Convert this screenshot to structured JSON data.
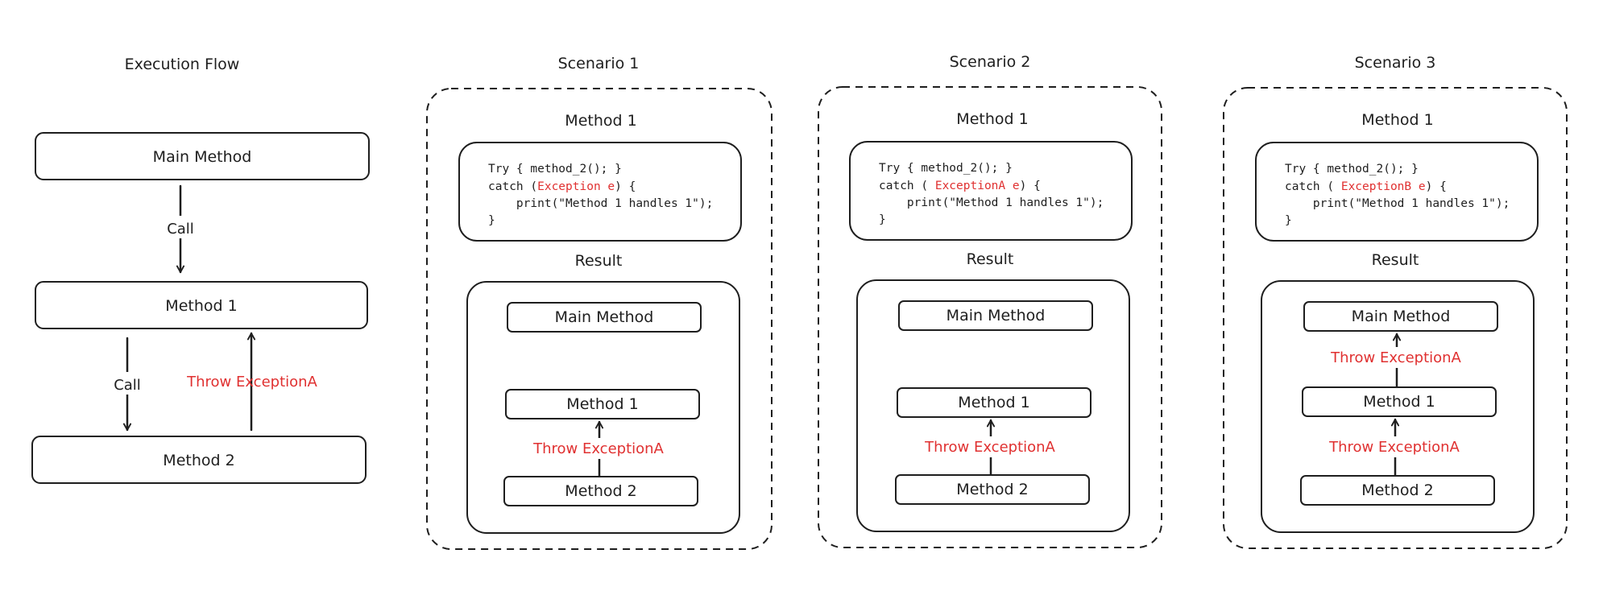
{
  "execution_flow": {
    "title": "Execution Flow",
    "main_method": "Main Method",
    "method_1": "Method 1",
    "method_2": "Method 2",
    "call_label_1": "Call",
    "call_label_2": "Call",
    "throw_label": "Throw ExceptionA"
  },
  "scenarios": [
    {
      "title": "Scenario 1",
      "method_title": "Method 1",
      "code_line1": "Try { method_2(); }",
      "code_line2_pre": "catch (",
      "code_line2_exc": "Exception e",
      "code_line2_post": ") {",
      "code_line3": "    print(\"Method 1 handles 1\");",
      "code_line4": "}",
      "result_title": "Result",
      "main_method": "Main Method",
      "method_1": "Method 1",
      "method_2": "Method 2",
      "throw_lower": "Throw ExceptionA"
    },
    {
      "title": "Scenario 2",
      "method_title": "Method 1",
      "code_line1": "Try { method_2(); }",
      "code_line2_pre": "catch ( ",
      "code_line2_exc": "ExceptionA e",
      "code_line2_post": ") {",
      "code_line3": "    print(\"Method 1 handles 1\");",
      "code_line4": "}",
      "result_title": "Result",
      "main_method": "Main Method",
      "method_1": "Method 1",
      "method_2": "Method 2",
      "throw_lower": "Throw ExceptionA"
    },
    {
      "title": "Scenario 3",
      "method_title": "Method 1",
      "code_line1": "Try { method_2(); }",
      "code_line2_pre": "catch ( ",
      "code_line2_exc": "ExceptionB e",
      "code_line2_post": ") {",
      "code_line3": "    print(\"Method 1 handles 1\");",
      "code_line4": "}",
      "result_title": "Result",
      "main_method": "Main Method",
      "method_1": "Method 1",
      "method_2": "Method 2",
      "throw_upper": "Throw ExceptionA",
      "throw_lower": "Throw ExceptionA"
    }
  ],
  "colors": {
    "ink": "#1e1e1e",
    "exception": "#e03131"
  }
}
